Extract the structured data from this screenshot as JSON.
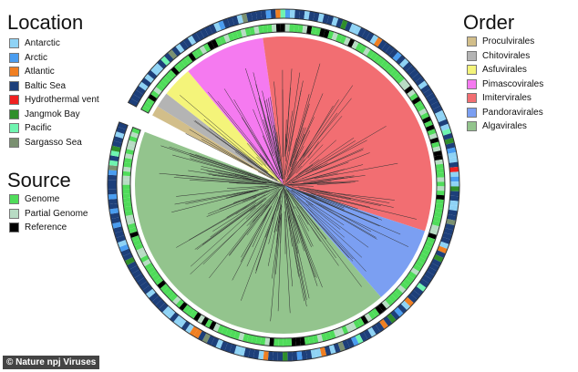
{
  "location": {
    "title": "Location",
    "items": [
      {
        "label": "Antarctic",
        "color": "#8fd3f5"
      },
      {
        "label": "Arctic",
        "color": "#4a9df0"
      },
      {
        "label": "Atlantic",
        "color": "#f07f22"
      },
      {
        "label": "Baltic Sea",
        "color": "#1d3f7a"
      },
      {
        "label": "Hydrothermal vent",
        "color": "#f02020"
      },
      {
        "label": "Jangmok Bay",
        "color": "#2f8f2a"
      },
      {
        "label": "Pacific",
        "color": "#6ff5b0"
      },
      {
        "label": "Sargasso Sea",
        "color": "#7a9070"
      }
    ]
  },
  "source": {
    "title": "Source",
    "items": [
      {
        "label": "Genome",
        "color": "#4fdc5a"
      },
      {
        "label": "Partial Genome",
        "color": "#b8dcc4"
      },
      {
        "label": "Reference",
        "color": "#000000"
      }
    ]
  },
  "order": {
    "title": "Order",
    "items": [
      {
        "label": "Proculvirales",
        "color": "#d2be8a",
        "span_deg": [
          298,
          302
        ]
      },
      {
        "label": "Chitovirales",
        "color": "#b4b4b4",
        "span_deg": [
          302,
          308
        ]
      },
      {
        "label": "Asfuvirales",
        "color": "#f4f47a",
        "span_deg": [
          308,
          320
        ]
      },
      {
        "label": "Pimascovirales",
        "color": "#f57af0",
        "span_deg": [
          320,
          352
        ]
      },
      {
        "label": "Imitervirales",
        "color": "#f26e72",
        "span_deg": [
          352,
          468
        ]
      },
      {
        "label": "Pandoravirales",
        "color": "#7b9ff2",
        "span_deg": [
          468,
          499
        ]
      },
      {
        "label": "Algavirales",
        "color": "#93c48d",
        "span_deg": [
          499,
          651
        ]
      }
    ]
  },
  "credit": "© Nature npj Viruses"
}
